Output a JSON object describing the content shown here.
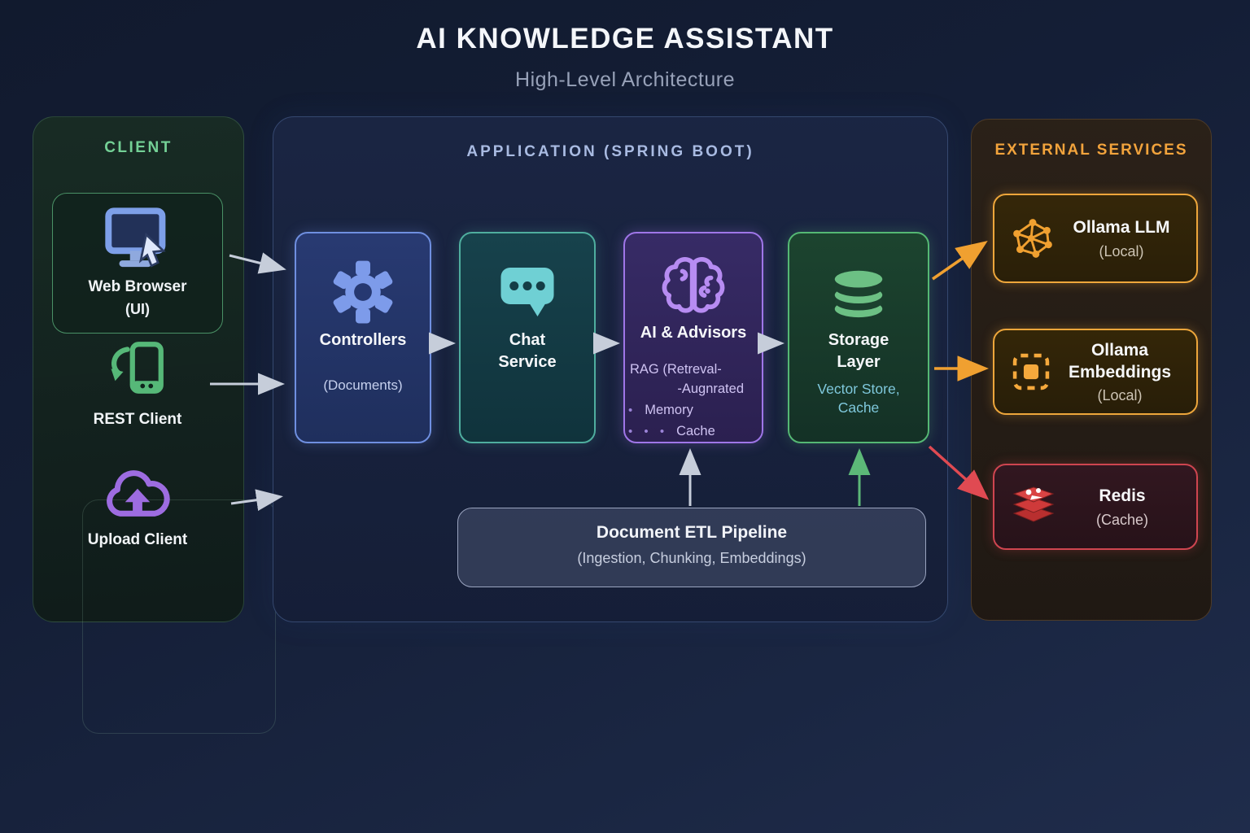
{
  "title": "AI KNOWLEDGE ASSISTANT",
  "subtitle": "High-Level Architecture",
  "client": {
    "label": "CLIENT",
    "web_browser": {
      "title": "Web Browser",
      "subtitle": "(UI)"
    },
    "rest_client": {
      "label": "REST Client"
    },
    "upload_client": {
      "label": "Upload Client"
    }
  },
  "application": {
    "label": "APPLICATION (SPRING BOOT)",
    "controllers": {
      "title": "Controllers",
      "subtitle": "(Documents)"
    },
    "chat": {
      "title": "Chat Service"
    },
    "ai": {
      "title": "AI & Advisors",
      "rag_line1": "RAG (Retreval-",
      "rag_line2": "-Augnrated",
      "memory_dots": "•",
      "memory_label": "Memory",
      "cache_dots": "• • •",
      "cache_label": "Cache"
    },
    "storage": {
      "title": "Storage Layer",
      "subtitle": "Vector Store, Cache"
    },
    "etl": {
      "title": "Document ETL Pipeline",
      "subtitle": "(Ingestion, Chunking, Embeddings)"
    }
  },
  "external": {
    "label": "EXTERNAL SERVICES",
    "ollama_llm": {
      "title": "Ollama LLM",
      "subtitle": "(Local)"
    },
    "ollama_embeddings": {
      "title": "Ollama Embeddings",
      "subtitle": "(Local)"
    },
    "redis": {
      "title": "Redis",
      "subtitle": "(Cache)"
    }
  },
  "colors": {
    "background": "#18223a",
    "client_accent": "#74d196",
    "app_accent": "#a9bbe2",
    "external_accent": "#f2a33c",
    "controllers_blue": "#7d9bea",
    "chat_teal": "#6fd0d4",
    "ai_purple": "#b78cf2",
    "storage_green": "#6cc084",
    "ollama_orange": "#f0a030",
    "redis_red": "#cf4550",
    "arrow_gray": "#c6cdda",
    "arrow_orange": "#f0a030",
    "arrow_red": "#e04a52",
    "arrow_green": "#5cb878"
  }
}
